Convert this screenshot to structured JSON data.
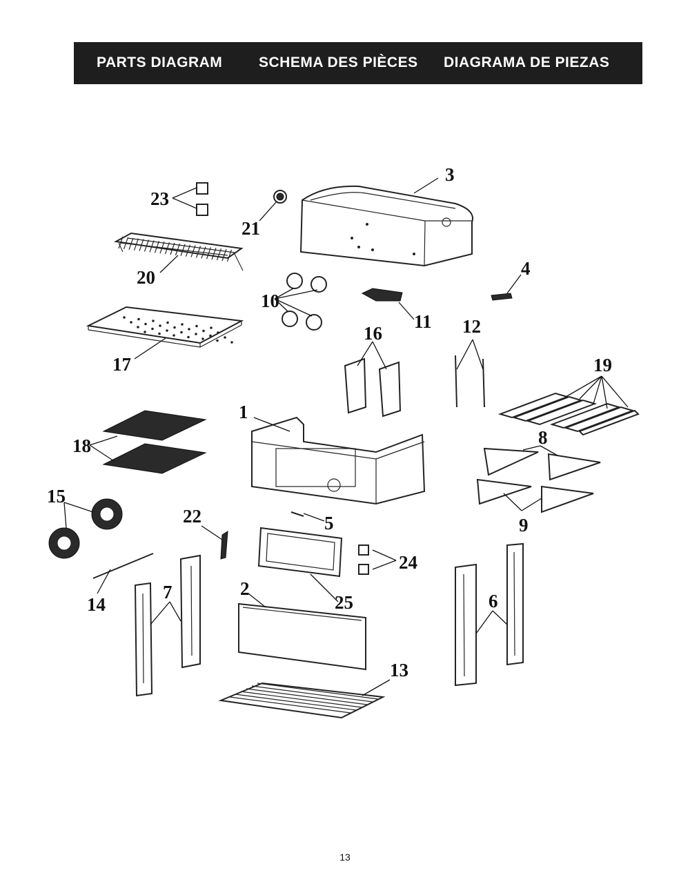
{
  "header": {
    "title_en": "PARTS DIAGRAM",
    "title_fr": "SCHEMA DES PIÈCES",
    "title_es": "DIAGRAMA DE PIEZAS"
  },
  "callouts": [
    "1",
    "2",
    "3",
    "4",
    "5",
    "6",
    "7",
    "8",
    "9",
    "10",
    "11",
    "12",
    "13",
    "14",
    "15",
    "16",
    "17",
    "18",
    "19",
    "20",
    "21",
    "22",
    "23",
    "24",
    "25"
  ],
  "footer": {
    "page_number": "13"
  },
  "colors": {
    "header_bg": "#1e1e1e",
    "header_text": "#ffffff",
    "line": "#222222"
  }
}
